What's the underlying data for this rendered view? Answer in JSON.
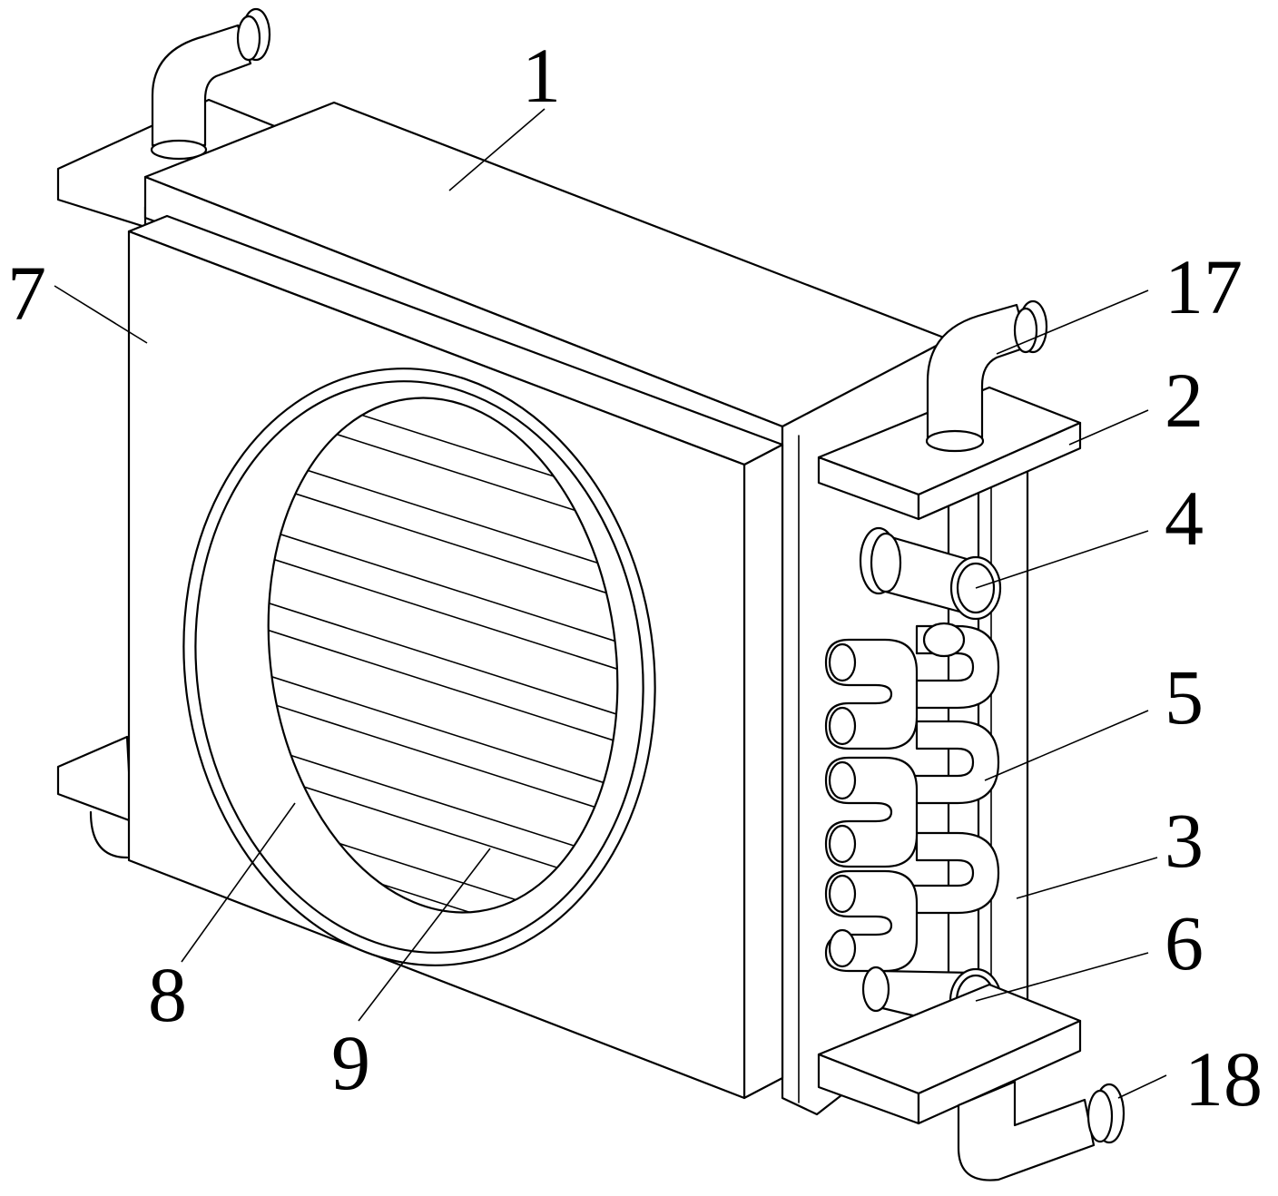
{
  "labels": {
    "l1": "1",
    "l2": "2",
    "l3": "3",
    "l4": "4",
    "l5": "5",
    "l6": "6",
    "l7": "7",
    "l8": "8",
    "l9": "9",
    "l17": "17",
    "l18": "18"
  },
  "colors": {
    "line": "#000000",
    "background": "#ffffff"
  }
}
